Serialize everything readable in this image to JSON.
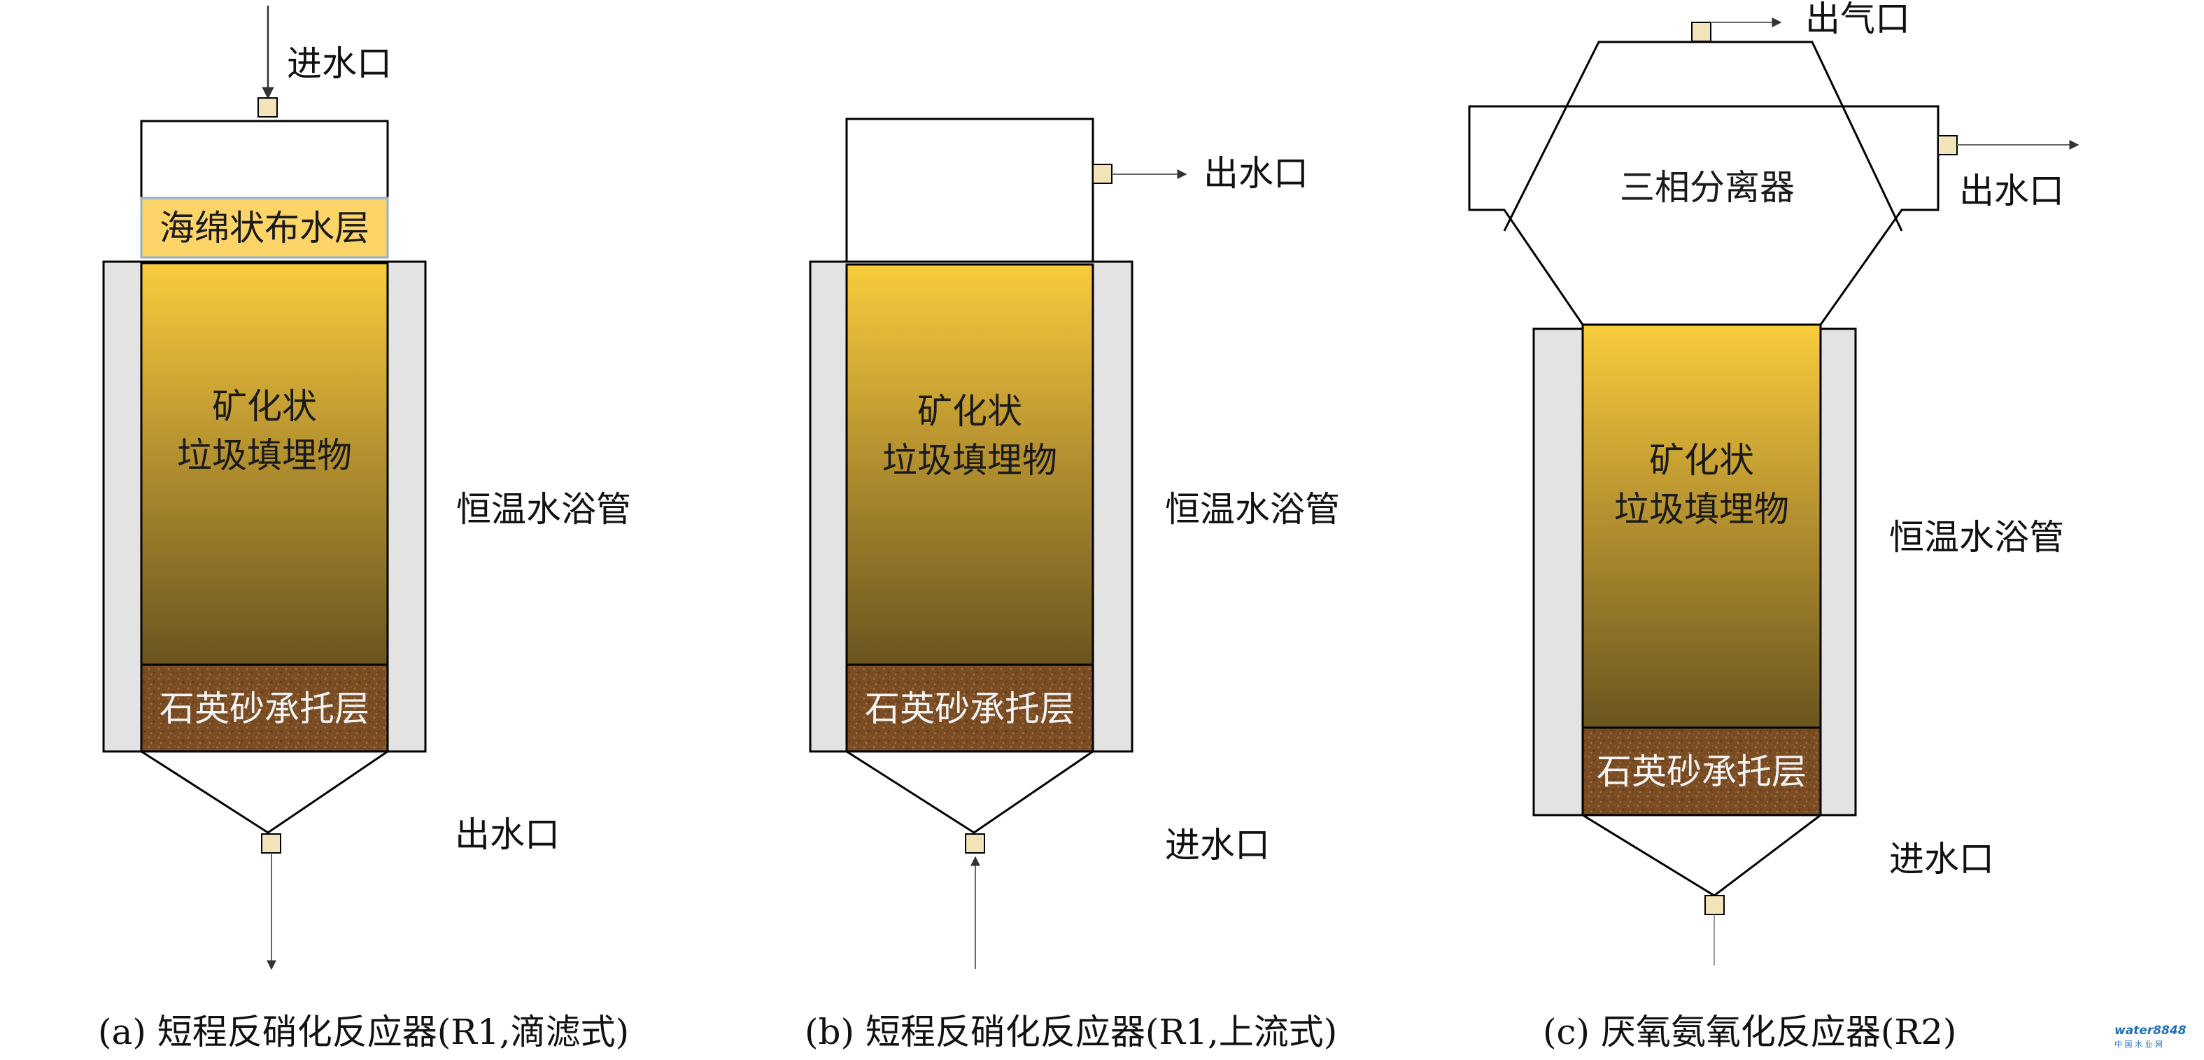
{
  "colors": {
    "jacket": "#e3e3e3",
    "fill_top": "#f9cc3c",
    "fill_bottom": "#6a5520",
    "sand": "#7a4c24",
    "sponge": "#fcd468",
    "port": "#f2e3b8"
  },
  "reactor_a": {
    "inlet": "进水口",
    "sponge": "海绵状布水层",
    "fill_line1": "矿化状",
    "fill_line2": "垃圾填埋物",
    "bath": "恒温水浴管",
    "sand": "石英砂承托层",
    "outlet": "出水口",
    "caption": "(a) 短程反硝化反应器(R1,滴滤式)"
  },
  "reactor_b": {
    "outlet": "出水口",
    "fill_line1": "矿化状",
    "fill_line2": "垃圾填埋物",
    "bath": "恒温水浴管",
    "sand": "石英砂承托层",
    "inlet": "进水口",
    "caption": "(b) 短程反硝化反应器(R1,上流式)"
  },
  "reactor_c": {
    "gas_outlet": "出气口",
    "separator": "三相分离器",
    "outlet": "出水口",
    "fill_line1": "矿化状",
    "fill_line2": "垃圾填埋物",
    "bath": "恒温水浴管",
    "sand": "石英砂承托层",
    "inlet": "进水口",
    "caption": "(c) 厌氧氨氧化反应器(R2)"
  },
  "watermark": {
    "brand": "water8848",
    "sub": "中 国 水 业 网"
  }
}
